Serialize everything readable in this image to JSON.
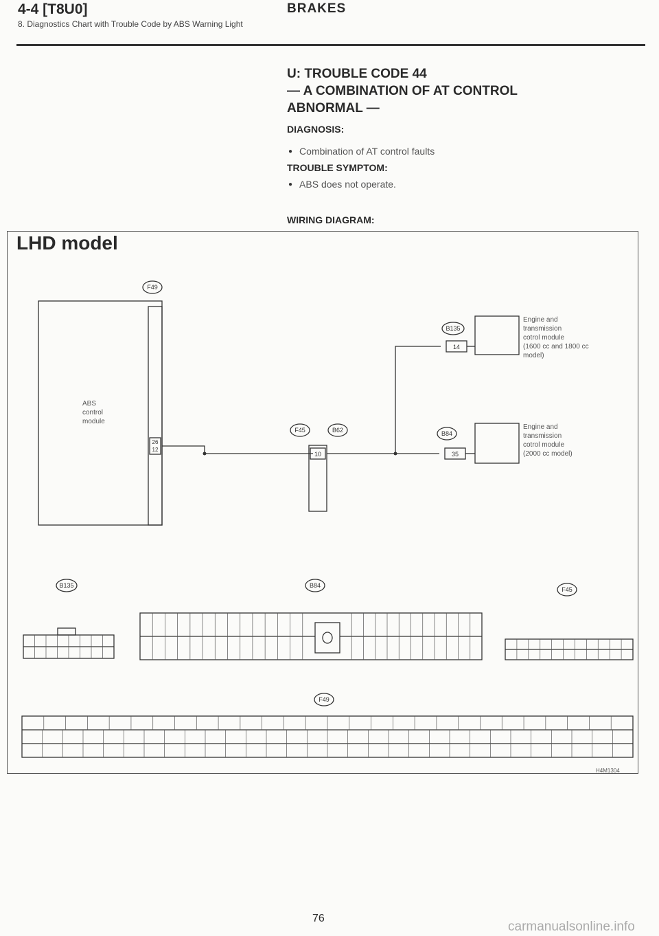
{
  "header": {
    "page_ref": "4-4 [T8U0]",
    "section": "BRAKES",
    "subtitle": "8. Diagnostics Chart with Trouble Code by ABS Warning Light"
  },
  "trouble": {
    "title_lines": [
      "U: TROUBLE CODE 44",
      "— A COMBINATION OF AT CONTROL",
      "ABNORMAL —"
    ],
    "diagnosis_label": "DIAGNOSIS:",
    "diagnosis_item": "Combination of AT control faults",
    "symptom_label": "TROUBLE SYMPTOM:",
    "symptom_item": "ABS does not operate.",
    "wiring_label": "WIRING DIAGRAM:"
  },
  "diagram": {
    "model_label": "LHD model",
    "abs_module": [
      "ABS",
      "control",
      "module"
    ],
    "ecm_1600": [
      "Engine and",
      "transmission",
      "cotrol module",
      "(1600 cc and 1800 cc",
      "model)"
    ],
    "ecm_2000": [
      "Engine and",
      "transmission",
      "cotrol module",
      "(2000 cc model)"
    ],
    "connector_refs": {
      "abs_top": "F49",
      "ecm_1600_conn": "B135",
      "ecm_2000_conn": "B84",
      "mid_a": "F45",
      "mid_b": "B62",
      "bottom_left": "B135",
      "bottom_mid": "B84",
      "bottom_right": "F45",
      "bottom_long": "F49"
    },
    "pins": {
      "abs_a": "26",
      "abs_b": "12",
      "ecm_1600_pin": "14",
      "mid_pin": "10",
      "ecm_2000_pin": "35"
    },
    "figure_code": "H4M1304"
  },
  "footer": {
    "page_number": "76",
    "watermark": "carmanualsonline.info"
  }
}
